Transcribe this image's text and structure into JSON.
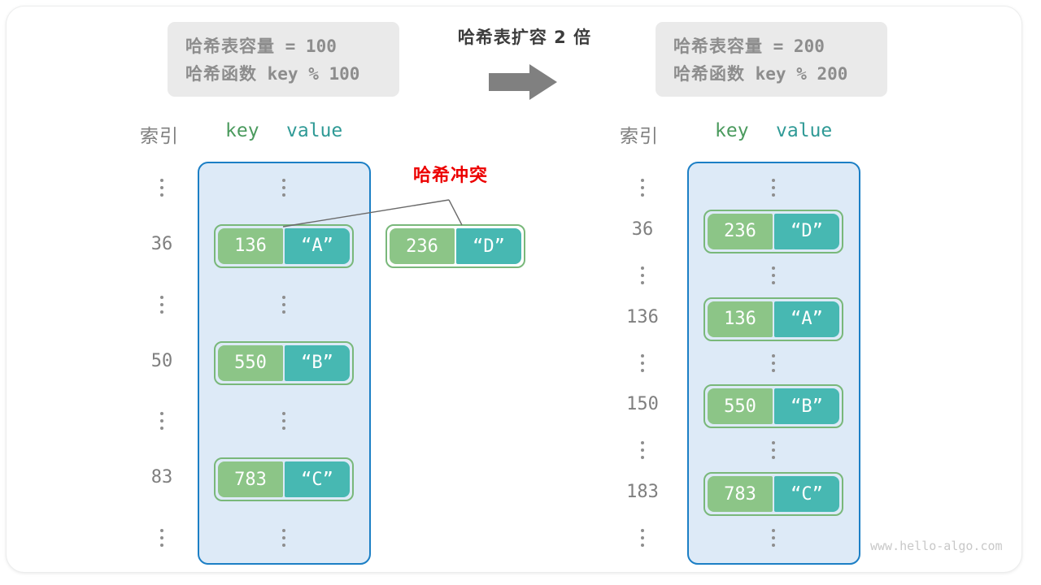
{
  "figure": {
    "watermark": "www.hello-algo.com",
    "collision_label": "哈希冲突",
    "expand_caption": "哈希表扩容 2 倍",
    "arrow_icon": "right-arrow-icon",
    "colors": {
      "key_fill": "#8cc587",
      "value_fill": "#47b8b2",
      "cell_border": "#79b87a",
      "table_fill": "#ddeaf7",
      "table_border": "#1c7fc5",
      "info_box_fill": "#eaeaea",
      "info_text": "#8d8d8d",
      "collision_red": "#ec0000",
      "key_header": "#4a9a5d",
      "value_header": "#2f9a96",
      "index_text": "#7f7f7f"
    }
  },
  "info_left": {
    "capacity_label": "哈希表容量",
    "capacity_expr": " = 100",
    "function_label": "哈希函数",
    "function_expr": " key % 100"
  },
  "info_right": {
    "capacity_label": "哈希表容量",
    "capacity_expr": " = 200",
    "function_label": "哈希函数",
    "function_expr": " key % 200"
  },
  "headers": {
    "index": "索引",
    "key": "key",
    "value": "value"
  },
  "table_left": {
    "rows": [
      {
        "index": "⋮",
        "type": "dots"
      },
      {
        "index": "36",
        "type": "pair",
        "key": "136",
        "value": "“A”"
      },
      {
        "index": "⋮",
        "type": "dots"
      },
      {
        "index": "50",
        "type": "pair",
        "key": "550",
        "value": "“B”"
      },
      {
        "index": "⋮",
        "type": "dots"
      },
      {
        "index": "83",
        "type": "pair",
        "key": "783",
        "value": "“C”"
      },
      {
        "index": "⋮",
        "type": "dots"
      }
    ]
  },
  "table_right": {
    "rows": [
      {
        "index": "⋮",
        "type": "dots"
      },
      {
        "index": "36",
        "type": "pair",
        "key": "236",
        "value": "“D”"
      },
      {
        "index": "⋮",
        "type": "dots"
      },
      {
        "index": "136",
        "type": "pair",
        "key": "136",
        "value": "“A”"
      },
      {
        "index": "⋮",
        "type": "dots"
      },
      {
        "index": "150",
        "type": "pair",
        "key": "550",
        "value": "“B”"
      },
      {
        "index": "⋮",
        "type": "dots"
      },
      {
        "index": "183",
        "type": "pair",
        "key": "783",
        "value": "“C”"
      },
      {
        "index": "⋮",
        "type": "dots"
      }
    ]
  },
  "colliding_cell": {
    "key": "236",
    "value": "“D”"
  }
}
